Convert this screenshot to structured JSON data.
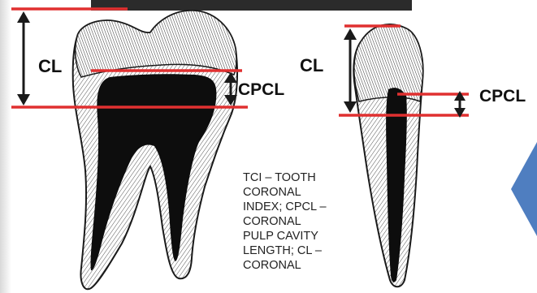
{
  "labels": {
    "cl_left": "CL",
    "cpcl_left": "CPCL",
    "cl_right": "CL",
    "cpcl_right": "CPCL"
  },
  "caption": "TCI – TOOTH CORONAL INDEX; CPCL – CORONAL PULP CAVITY LENGTH; CL – CORONAL",
  "colors": {
    "measure_line": "#e03030",
    "arrow": "#1a1a1a",
    "blue_shape": "#4f7ec0",
    "dark_band": "#2b2b2b",
    "pulp": "#0d0d0d"
  },
  "icons": {
    "right_panel_shape": "blue-chevron-icon"
  }
}
